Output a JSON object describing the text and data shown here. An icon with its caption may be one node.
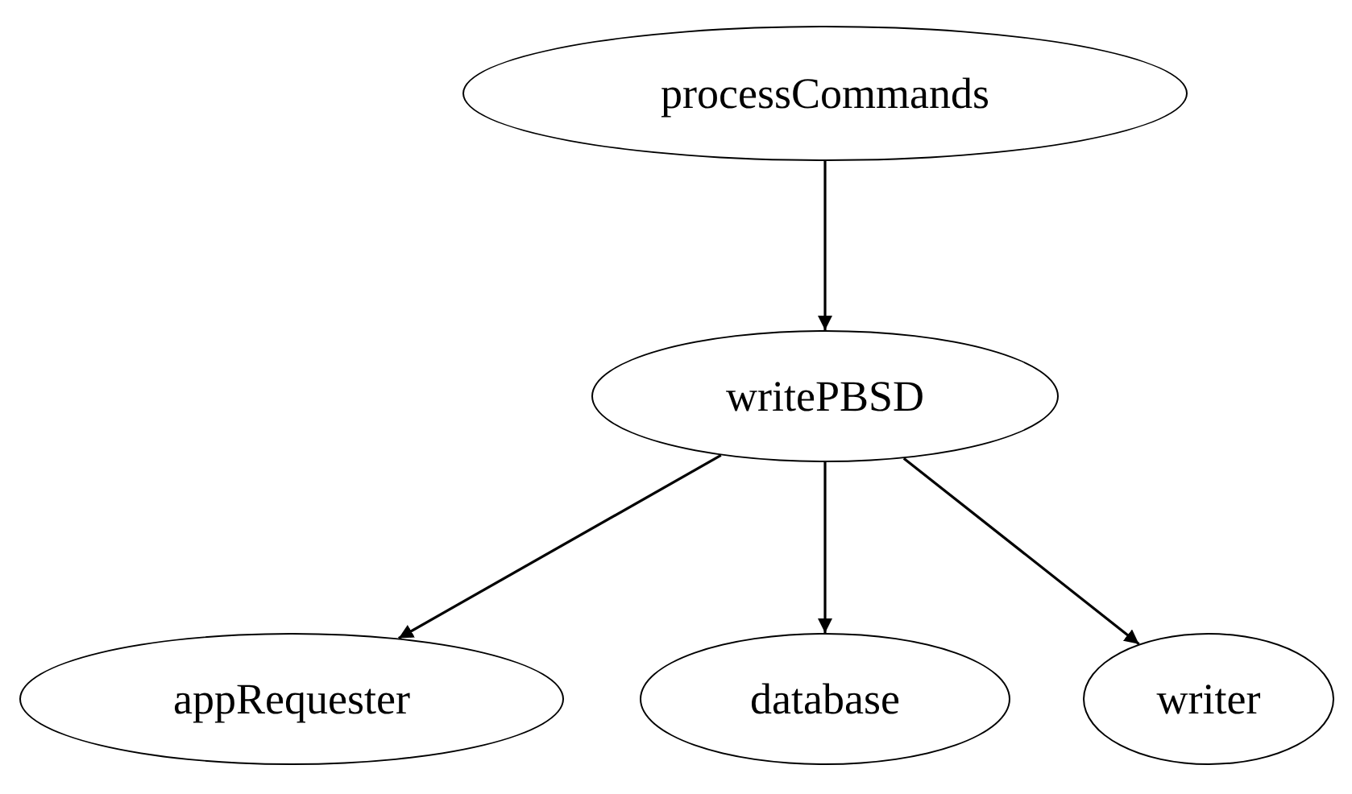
{
  "diagram": {
    "nodes": [
      {
        "text": [
          "processCommands"
        ]
      },
      {
        "text": [
          "writePBSD"
        ]
      },
      {
        "text": [
          "appRequester"
        ]
      },
      {
        "text": [
          "database"
        ]
      },
      {
        "text": [
          "writer"
        ]
      }
    ],
    "edges": [
      {
        "from": 0,
        "to": 1,
        "arrow": "to"
      },
      {
        "from": 1,
        "to": 2,
        "arrow": "to"
      },
      {
        "from": 1,
        "to": 3,
        "arrow": "to"
      },
      {
        "from": 1,
        "to": 4,
        "arrow": "to"
      }
    ]
  }
}
